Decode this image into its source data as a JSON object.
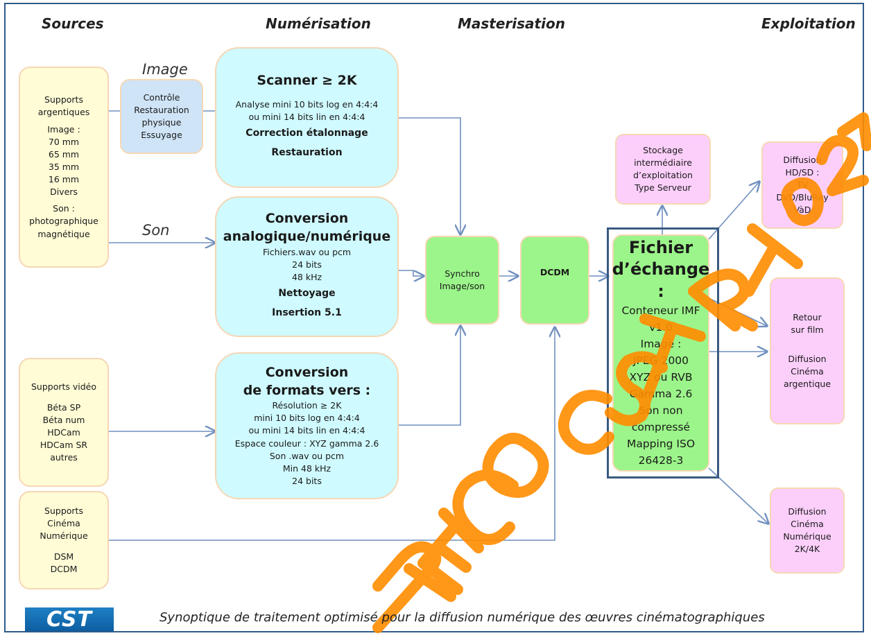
{
  "headers": {
    "sources": "Sources",
    "numerisation": "Numérisation",
    "masterisation": "Masterisation",
    "exploitation": "Exploitation"
  },
  "labels": {
    "image": "Image",
    "son": "Son"
  },
  "boxes": {
    "argentique": [
      "Supports",
      "argentiques",
      "",
      "Image :",
      "70 mm",
      "65 mm",
      "35 mm",
      "16 mm",
      "Divers",
      "",
      "Son :",
      "photographique",
      "magnétique"
    ],
    "controle": [
      "Contrôle",
      "Restauration",
      "physique",
      "Essuyage"
    ],
    "scanner": {
      "title": "Scanner ≥ 2K",
      "lines": [
        "Analyse  mini 10 bits log en 4:4:4",
        "ou mini 14 bits lin en 4:4:4"
      ],
      "bold1": "Correction étalonnage",
      "bold2": "Restauration"
    },
    "conversion_an": {
      "title1": "Conversion",
      "title2": "analogique/numérique",
      "lines": [
        "Fichiers.wav ou pcm",
        "24 bits",
        "48 kHz"
      ],
      "bold1": "Nettoyage",
      "bold2": "Insertion 5.1"
    },
    "video": [
      "Supports vidéo",
      "",
      "Béta SP",
      "Béta num",
      "HDCam",
      "HDCam SR",
      "autres"
    ],
    "conversion_fmt": {
      "title1": "Conversion",
      "title2": "de formats vers :",
      "lines": [
        "Résolution ≥ 2K",
        "mini 10 bits log en 4:4:4",
        "ou mini 14 bits lin en 4:4:4",
        "Espace couleur : XYZ gamma  2.6",
        "Son .wav ou pcm",
        "Min 48 kHz",
        "24 bits"
      ]
    },
    "cinema_num": [
      "Supports",
      "Cinéma",
      "Numérique",
      "",
      "DSM",
      "DCDM"
    ],
    "synchro": [
      "Synchro",
      "Image/son"
    ],
    "dcdm": "DCDM",
    "fichier": {
      "title1": "Fichier",
      "title2": "d’échange :",
      "lines": [
        "Conteneur IMF",
        "v1.0",
        "Image :",
        "JPEG 2000",
        "XYZ ou RVB",
        "Gamma 2.6",
        "Son non",
        "compressé",
        "Mapping ISO",
        "26428-3"
      ]
    },
    "stockage": [
      "Stockage",
      "intermédiaire",
      "d’exploitation",
      "Type Serveur"
    ],
    "diff_hd": [
      "Diffusion",
      "HD/SD :",
      "TV",
      "DVD/BluRay",
      "VàD"
    ],
    "retour": [
      "Retour",
      "sur film",
      "",
      "",
      "Diffusion",
      "Cinéma",
      "argentique"
    ],
    "diff_num": [
      "Diffusion",
      "Cinéma",
      "Numérique",
      "2K/4K"
    ]
  },
  "logo": "CST",
  "caption": "Synoptique de traitement optimisé pour la diffusion numérique des œuvres cinématographiques",
  "watermark": "RECO CST RT 021",
  "colors": {
    "border": "#2f5a8a",
    "arrow": "#6f8fbf",
    "source_fill": "#fffcd6",
    "process_fill": "#cffaff",
    "control_fill": "#cfe4f7",
    "master_fill": "#9cf58a",
    "exploit_fill": "#fccffb",
    "watermark": "#ff8c00"
  }
}
